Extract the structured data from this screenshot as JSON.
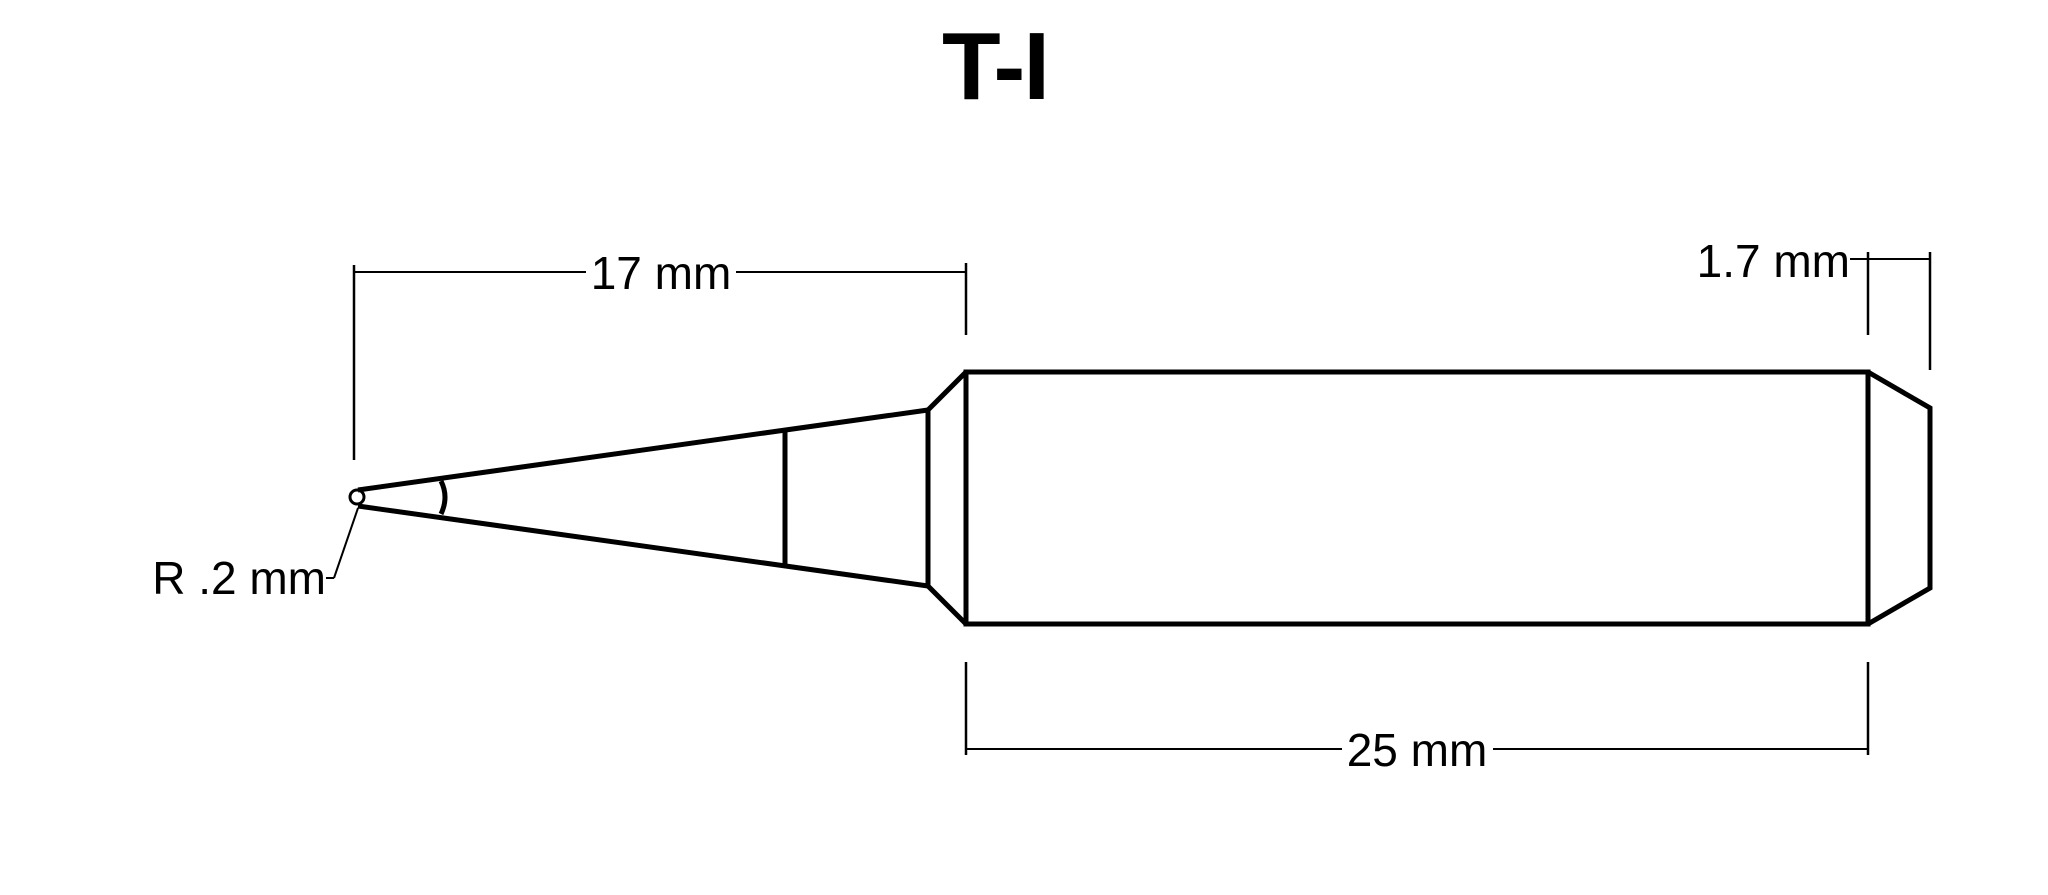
{
  "diagram": {
    "title": "T-I",
    "labels": {
      "tip_length": "17 mm",
      "shank_length": "25 mm",
      "end_chamfer": "1.7 mm",
      "tip_radius": "R .2 mm"
    }
  }
}
